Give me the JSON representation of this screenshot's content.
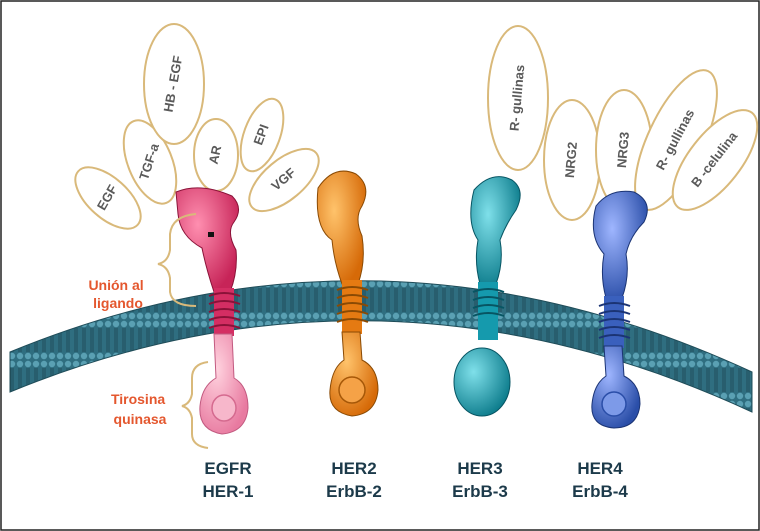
{
  "colors": {
    "membrane": "#2f6e80",
    "membrane_light": "#5aa0b3",
    "ligand_outline": "#d9b97a",
    "annotation": "#e4572e",
    "receptor_label": "#1c3a4a",
    "egfr": "#e83d6f",
    "her2": "#f08a1c",
    "her3": "#1aa3b5",
    "her4": "#3d66c4"
  },
  "annotations": {
    "ligand_binding": [
      "Unión al",
      "ligando"
    ],
    "tyrosine_kinase": [
      "Tirosina",
      "quinasa"
    ]
  },
  "ligands": {
    "egfr": [
      "EGF",
      "TGF-a",
      "HB - EGF",
      "AR",
      "EPI",
      "VGF"
    ],
    "her3": [
      "R- gullinas"
    ],
    "her4": [
      "NRG2",
      "NRG3",
      "R- gullinas",
      "B -celulina"
    ]
  },
  "receptors": [
    {
      "id": "egfr",
      "line1": "EGFR",
      "line2": "HER-1",
      "icon": "egfr-receptor-icon"
    },
    {
      "id": "her2",
      "line1": "HER2",
      "line2": "ErbB-2",
      "icon": "her2-receptor-icon"
    },
    {
      "id": "her3",
      "line1": "HER3",
      "line2": "ErbB-3",
      "icon": "her3-receptor-icon"
    },
    {
      "id": "her4",
      "line1": "HER4",
      "line2": "ErbB-4",
      "icon": "her4-receptor-icon"
    }
  ]
}
